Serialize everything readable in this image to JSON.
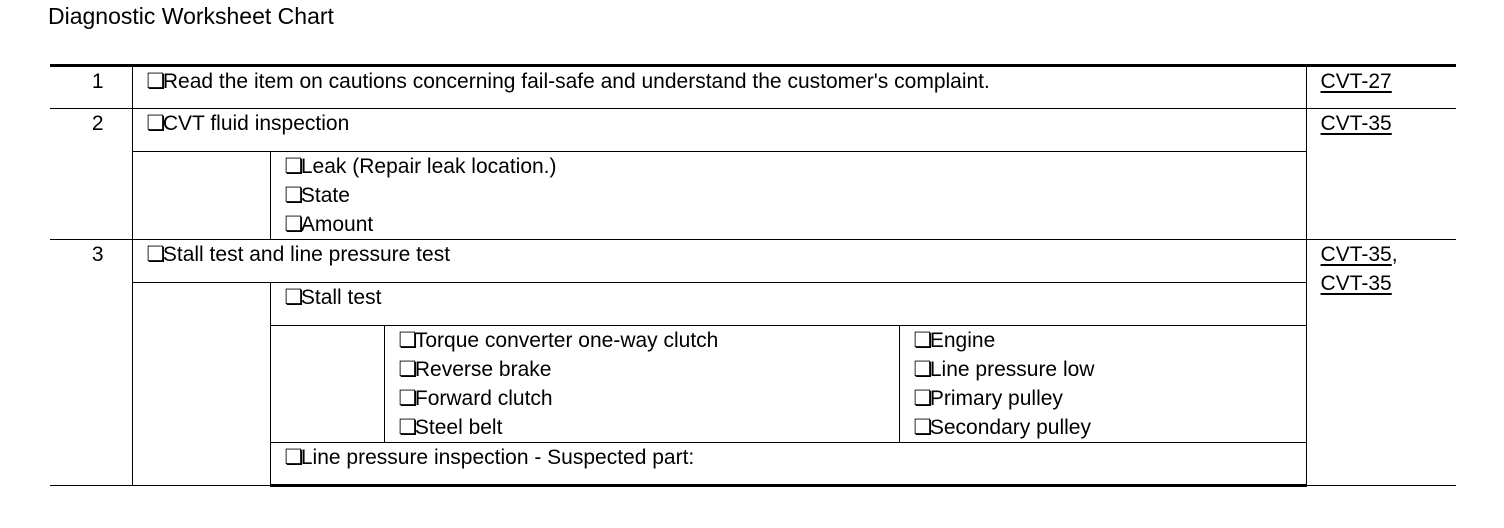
{
  "page": {
    "title": "Diagnostic Worksheet Chart"
  },
  "icons": {
    "checkbox": "❏"
  },
  "rows": {
    "r1": {
      "num": "1",
      "text": "Read the item on cautions concerning fail-safe and understand the customer's complaint.",
      "ref": "CVT-27"
    },
    "r2": {
      "num": "2",
      "main": "CVT fluid inspection",
      "items": [
        "Leak (Repair leak location.)",
        "State",
        "Amount"
      ],
      "ref": "CVT-35"
    },
    "r3": {
      "num": "3",
      "main": "Stall test and line pressure test",
      "stall_test": "Stall test",
      "parts_left": [
        "Torque converter one-way clutch",
        "Reverse brake",
        "Forward clutch",
        "Steel belt"
      ],
      "parts_right": [
        "Engine",
        "Line pressure low",
        "Primary pulley",
        "Secondary pulley"
      ],
      "line_pressure": "Line pressure inspection - Suspected part:",
      "refs": [
        "CVT-35",
        "CVT-35"
      ],
      "ref_separator": ","
    }
  }
}
